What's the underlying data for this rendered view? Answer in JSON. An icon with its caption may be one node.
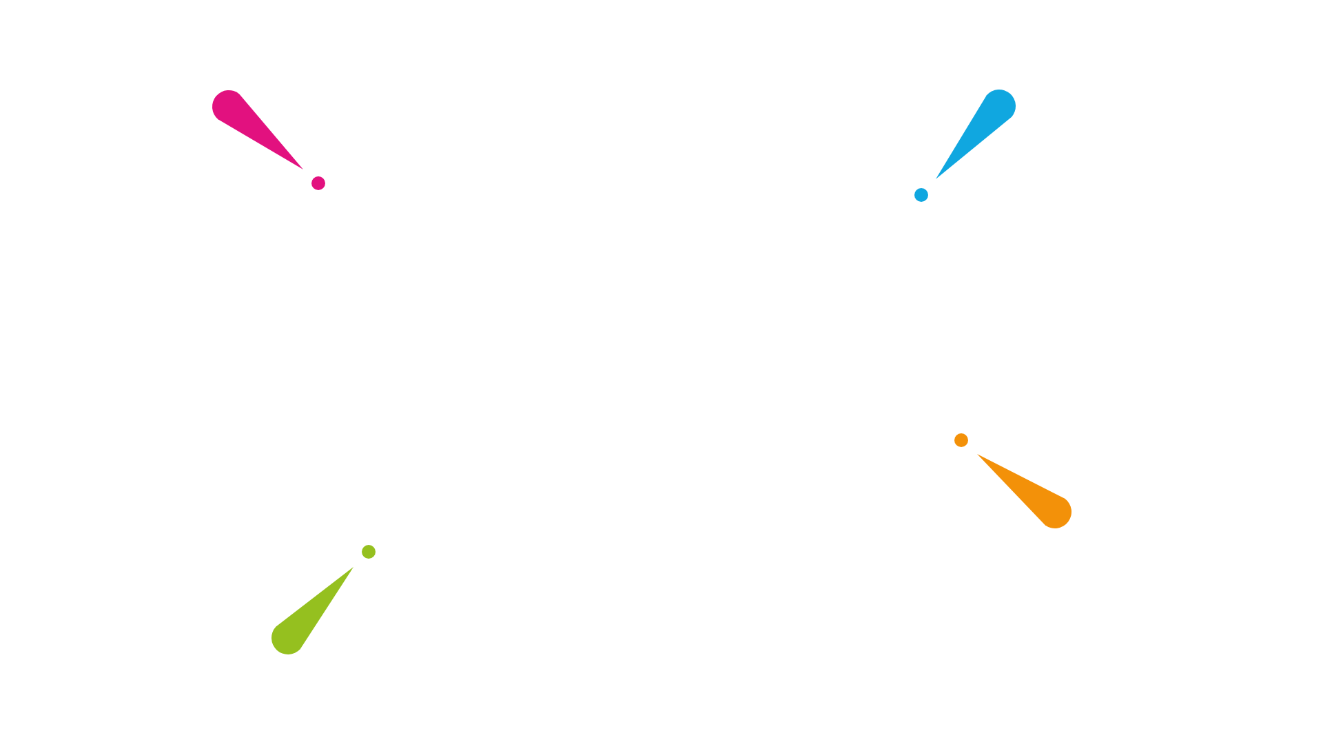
{
  "diagram": {
    "nodes": [
      {
        "text": [],
        "shape": "pin"
      },
      {
        "text": [],
        "shape": "pin"
      },
      {
        "text": [],
        "shape": "pin"
      },
      {
        "text": [],
        "shape": "pin"
      }
    ]
  }
}
